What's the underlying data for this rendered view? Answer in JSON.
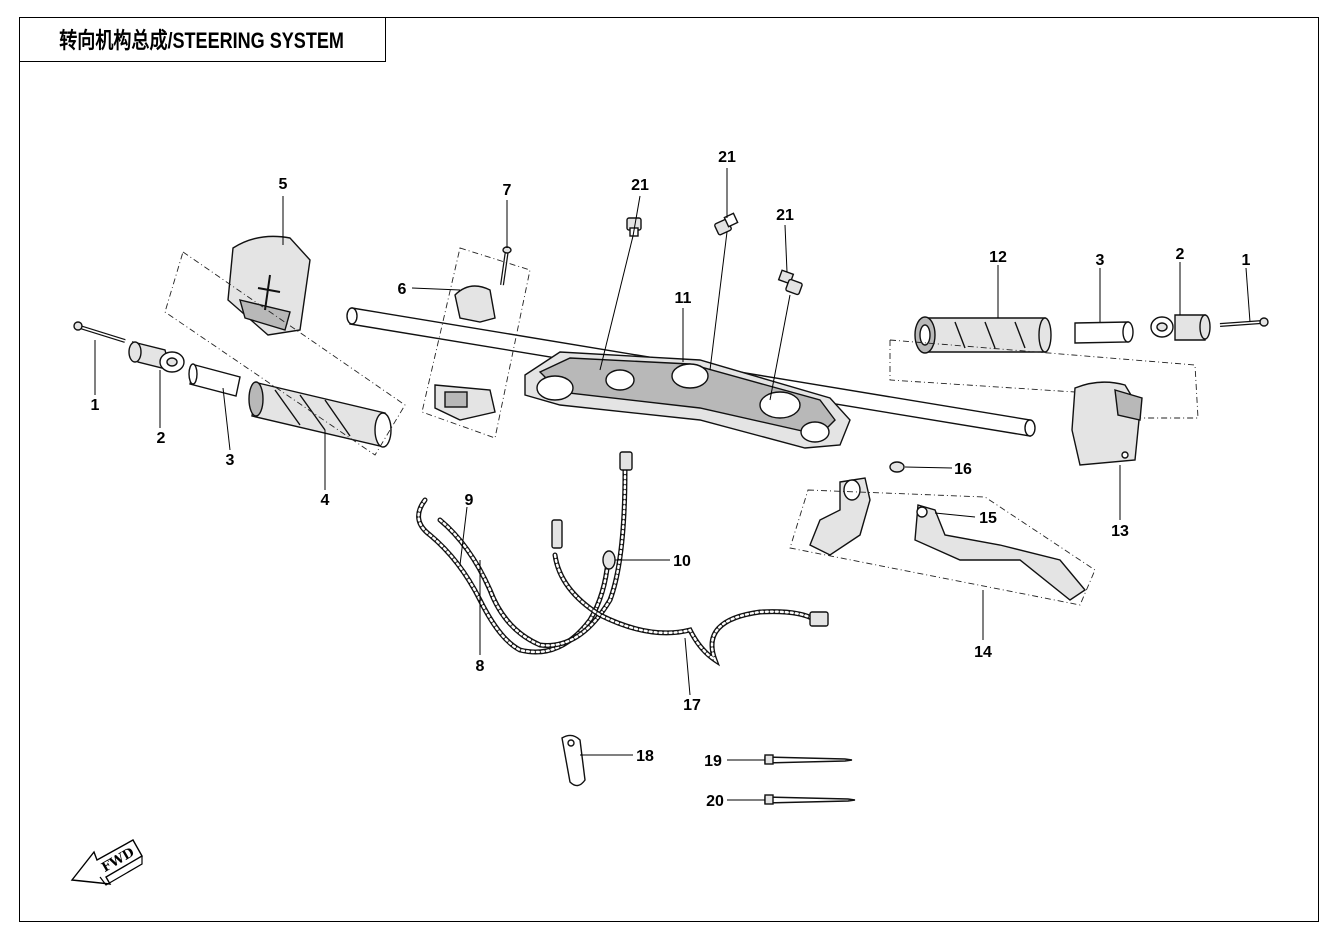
{
  "title": "转向机构总成/STEERING SYSTEM",
  "fwd_label": "FWD",
  "callouts": [
    {
      "id": "c1-left",
      "label": "1"
    },
    {
      "id": "c2-left",
      "label": "2"
    },
    {
      "id": "c3-left",
      "label": "3"
    },
    {
      "id": "c4",
      "label": "4"
    },
    {
      "id": "c5",
      "label": "5"
    },
    {
      "id": "c6",
      "label": "6"
    },
    {
      "id": "c7",
      "label": "7"
    },
    {
      "id": "c8",
      "label": "8"
    },
    {
      "id": "c9",
      "label": "9"
    },
    {
      "id": "c10",
      "label": "10"
    },
    {
      "id": "c11",
      "label": "11"
    },
    {
      "id": "c12",
      "label": "12"
    },
    {
      "id": "c3-right",
      "label": "3"
    },
    {
      "id": "c2-right",
      "label": "2"
    },
    {
      "id": "c1-right",
      "label": "1"
    },
    {
      "id": "c13",
      "label": "13"
    },
    {
      "id": "c14",
      "label": "14"
    },
    {
      "id": "c15",
      "label": "15"
    },
    {
      "id": "c16",
      "label": "16"
    },
    {
      "id": "c17",
      "label": "17"
    },
    {
      "id": "c18",
      "label": "18"
    },
    {
      "id": "c19",
      "label": "19"
    },
    {
      "id": "c20",
      "label": "20"
    },
    {
      "id": "c21-a",
      "label": "21"
    },
    {
      "id": "c21-b",
      "label": "21"
    },
    {
      "id": "c21-c",
      "label": "21"
    }
  ]
}
